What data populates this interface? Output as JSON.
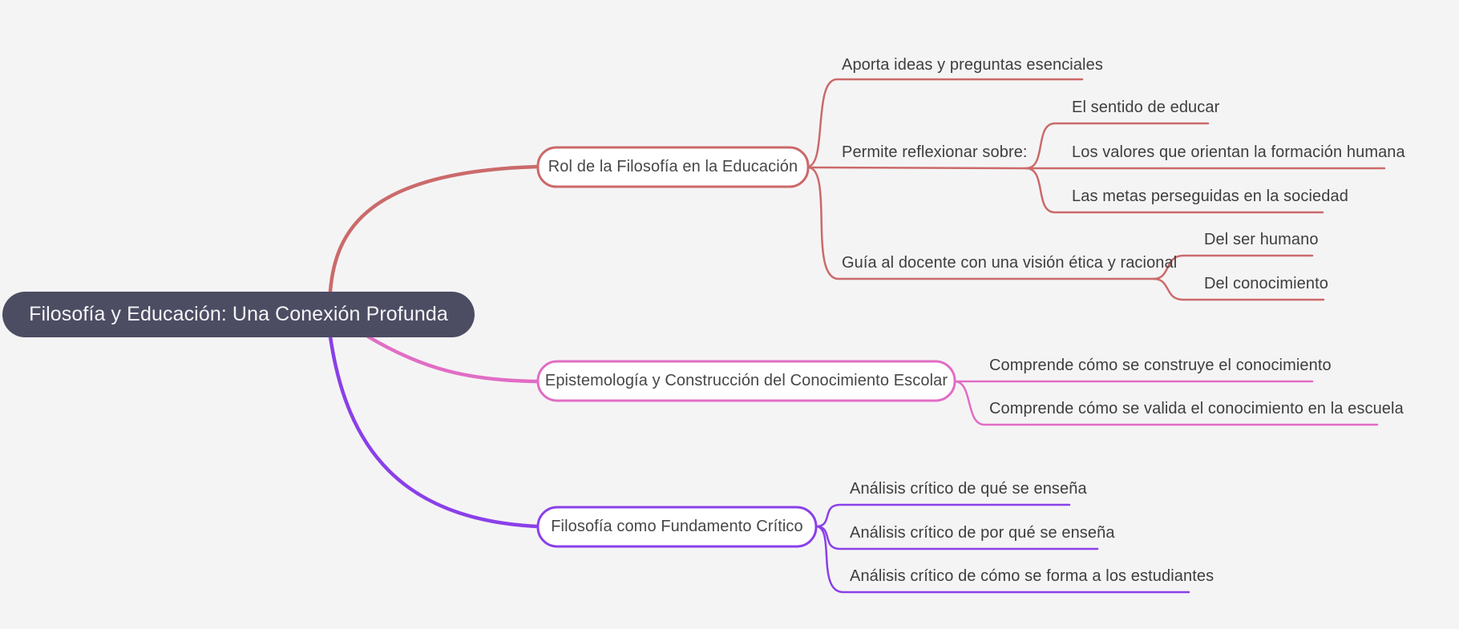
{
  "mindmap": {
    "background": "#f5f4f5",
    "root": {
      "label": "Filosofía y Educación: Una Conexión Profunda",
      "fill": "#4c4c62",
      "text_color": "#f5f4f8"
    },
    "branches": [
      {
        "label": "Rol de la Filosofía en la Educación",
        "color": "#cb6a6a",
        "children": [
          {
            "label": "Aporta ideas y preguntas esenciales"
          },
          {
            "label": "Permite reflexionar sobre:",
            "children": [
              {
                "label": "El sentido de educar"
              },
              {
                "label": "Los valores que orientan la formación humana"
              },
              {
                "label": "Las metas perseguidas en la sociedad"
              }
            ]
          },
          {
            "label": "Guía al docente con una visión ética y racional",
            "children": [
              {
                "label": "Del ser humano"
              },
              {
                "label": "Del conocimiento"
              }
            ]
          }
        ]
      },
      {
        "label": "Epistemología y Construcción del Conocimiento Escolar",
        "color": "#e16dc5",
        "children": [
          {
            "label": "Comprende cómo se construye el conocimiento"
          },
          {
            "label": "Comprende cómo se valida el conocimiento en la escuela"
          }
        ]
      },
      {
        "label": "Filosofía como Fundamento Crítico",
        "color": "#8a40e8",
        "children": [
          {
            "label": "Análisis crítico de qué se enseña"
          },
          {
            "label": "Análisis crítico de por qué se enseña"
          },
          {
            "label": "Análisis crítico de cómo se forma a los estudiantes"
          }
        ]
      }
    ]
  }
}
